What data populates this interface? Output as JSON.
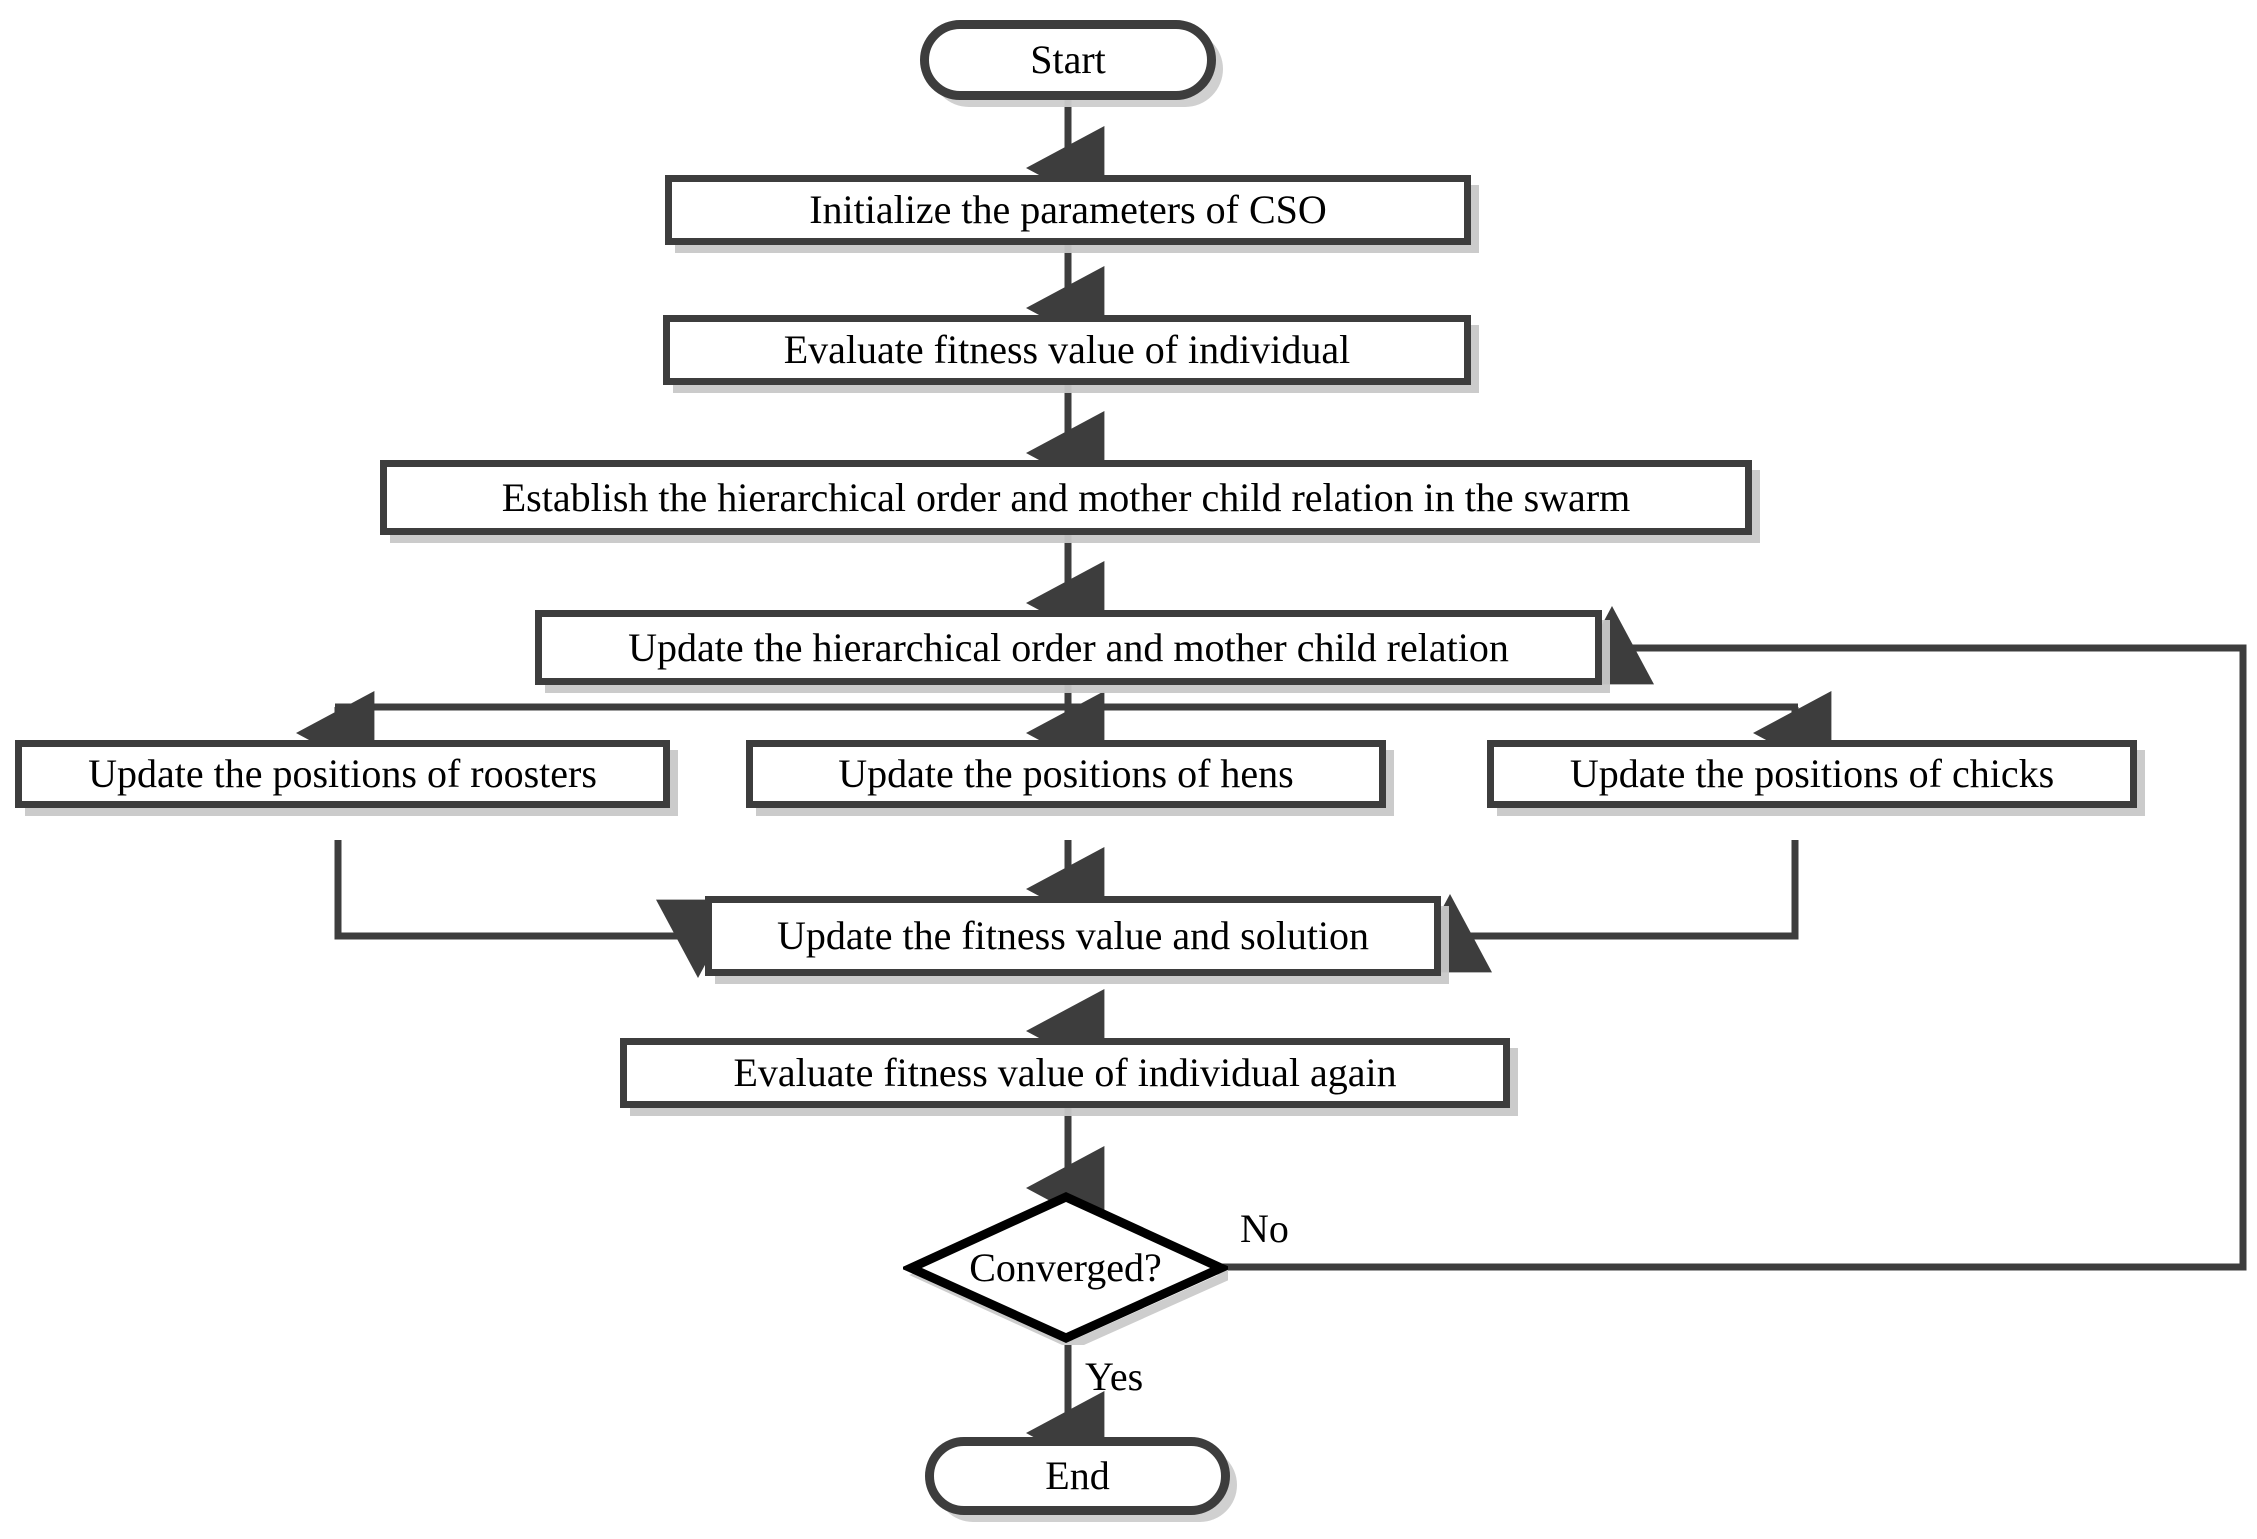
{
  "diagram": {
    "type": "flowchart",
    "title": "Chicken Swarm Optimization (CSO) algorithm flowchart",
    "colors": {
      "stroke": "#3d3d3d",
      "decision_stroke": "#000000",
      "shadow": "#cdcdcd",
      "background": "#ffffff",
      "text": "#000000"
    },
    "nodes": {
      "start": {
        "label": "Start",
        "shape": "terminator"
      },
      "initialize": {
        "label": "Initialize the parameters of CSO",
        "shape": "process"
      },
      "evaluate_fitness": {
        "label": "Evaluate fitness value of individual",
        "shape": "process"
      },
      "establish_order": {
        "label": "Establish the hierarchical order and mother child relation in the swarm",
        "shape": "process"
      },
      "update_order": {
        "label": "Update the hierarchical order and mother child relation",
        "shape": "process"
      },
      "update_roosters": {
        "label": "Update the positions of roosters",
        "shape": "process"
      },
      "update_hens": {
        "label": "Update the positions of hens",
        "shape": "process"
      },
      "update_chicks": {
        "label": "Update the positions of chicks",
        "shape": "process"
      },
      "update_fitness_solution": {
        "label": "Update the fitness value and solution",
        "shape": "process"
      },
      "evaluate_again": {
        "label": "Evaluate fitness value of individual again",
        "shape": "process"
      },
      "converged": {
        "label": "Converged?",
        "shape": "decision"
      },
      "end": {
        "label": "End",
        "shape": "terminator"
      }
    },
    "edge_labels": {
      "no": "No",
      "yes": "Yes"
    }
  }
}
